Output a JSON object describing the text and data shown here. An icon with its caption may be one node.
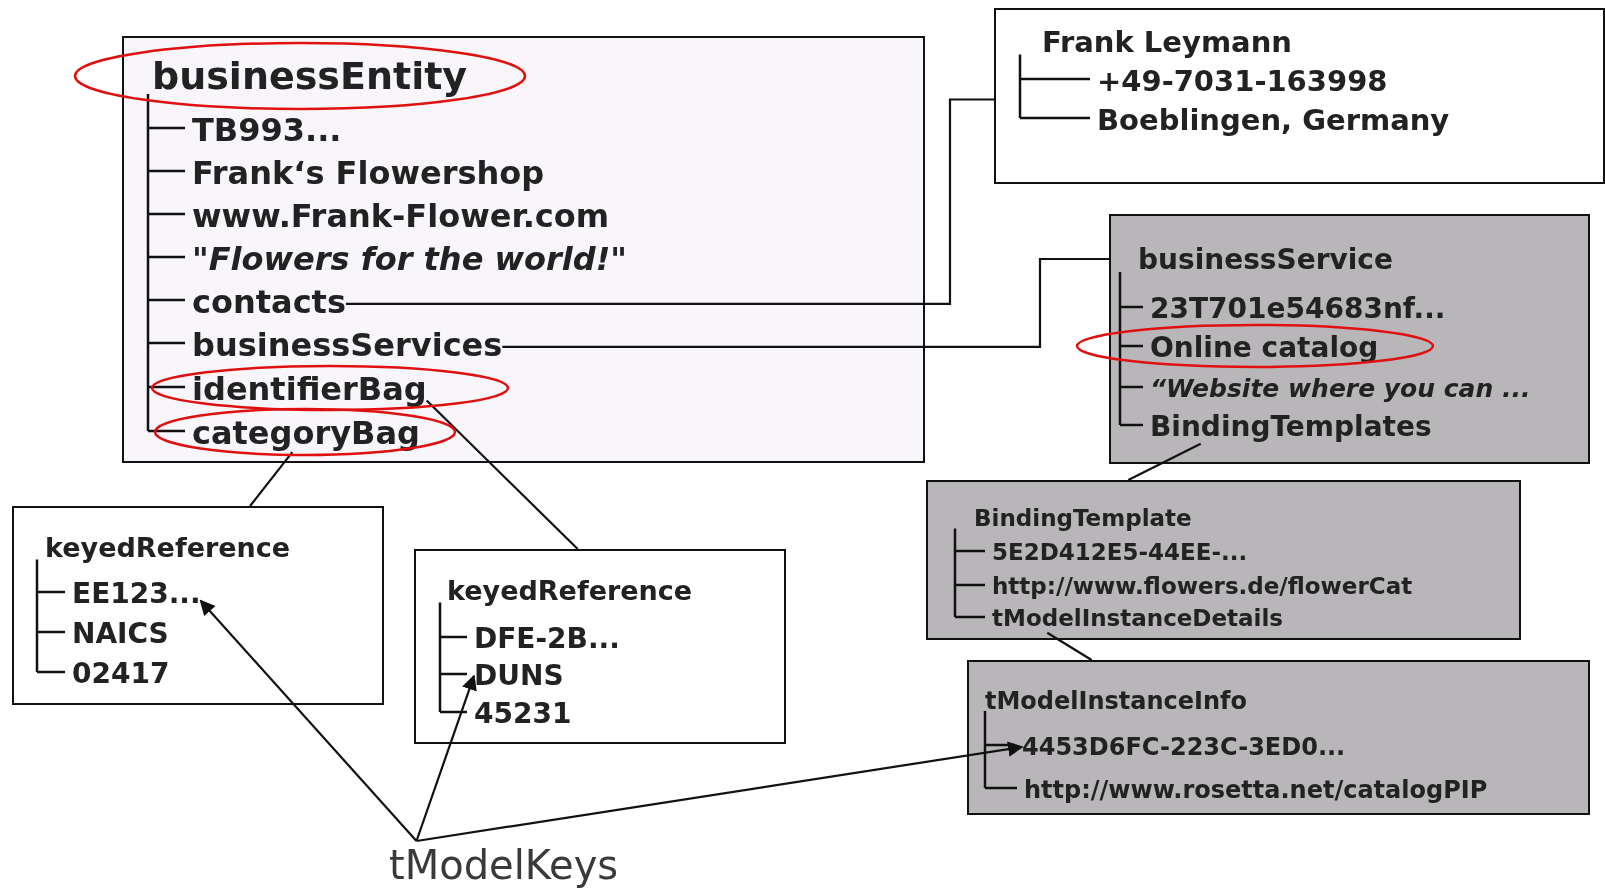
{
  "diagram": {
    "nodes": [
      {
        "text": [
          "businessEntity"
        ]
      },
      {
        "text": [
          "TB993..."
        ],
        "in": 0
      },
      {
        "text": [
          "Frank‘s Flowershop"
        ],
        "in": 0
      },
      {
        "text": [
          "www.Frank-Flower.com"
        ],
        "in": 0
      },
      {
        "text": [
          "\"Flowers for the world!\""
        ],
        "in": 0
      },
      {
        "text": [
          "contacts"
        ],
        "in": 0
      },
      {
        "text": [
          "businessServices"
        ],
        "in": 0
      },
      {
        "text": [
          "identifierBag"
        ],
        "in": 0
      },
      {
        "text": [
          "categoryBag"
        ],
        "in": 0
      },
      {
        "text": [
          "Frank Leymann",
          "+49-7031-163998",
          "Boeblingen, Germany"
        ]
      },
      {
        "text": [
          "businessService"
        ]
      },
      {
        "text": [
          "23T701e54683nf..."
        ],
        "in": 10
      },
      {
        "text": [
          "Online catalog"
        ],
        "in": 10
      },
      {
        "text": [
          "“Website where you can ..."
        ],
        "in": 10
      },
      {
        "text": [
          "BindingTemplates"
        ],
        "in": 10
      },
      {
        "text": [
          "BindingTemplate"
        ]
      },
      {
        "text": [
          "5E2D412E5-44EE-..."
        ],
        "in": 15
      },
      {
        "text": [
          "http://www.flowers.de/flowerCat"
        ],
        "in": 15
      },
      {
        "text": [
          "tModelInstanceDetails"
        ],
        "in": 15
      },
      {
        "text": [
          "tModelInstanceInfo"
        ]
      },
      {
        "text": [
          "4453D6FC-223C-3ED0..."
        ],
        "in": 19
      },
      {
        "text": [
          "http://www.rosetta.net/catalogPIP"
        ],
        "in": 19
      },
      {
        "text": [
          "keyedReference"
        ]
      },
      {
        "text": [
          "EE123..."
        ],
        "in": 22
      },
      {
        "text": [
          "NAICS"
        ],
        "in": 22
      },
      {
        "text": [
          "02417"
        ],
        "in": 22
      },
      {
        "text": [
          "keyedReference"
        ]
      },
      {
        "text": [
          "DFE-2B..."
        ],
        "in": 26
      },
      {
        "text": [
          "DUNS"
        ],
        "in": 26
      },
      {
        "text": [
          "45231"
        ],
        "in": 26
      },
      {
        "text": [
          "tModelKeys"
        ]
      }
    ],
    "edges": [
      {
        "from": 5,
        "to": 9,
        "arrow": "none"
      },
      {
        "from": 6,
        "to": 10,
        "arrow": "none"
      },
      {
        "from": 8,
        "to": 22,
        "arrow": "none"
      },
      {
        "from": 7,
        "to": 26,
        "arrow": "none"
      },
      {
        "from": 14,
        "to": 15,
        "arrow": "none"
      },
      {
        "from": 18,
        "to": 19,
        "arrow": "none"
      },
      {
        "from": 30,
        "to": 23,
        "arrow": "to"
      },
      {
        "from": 30,
        "to": 28,
        "arrow": "to"
      },
      {
        "from": 30,
        "to": 20,
        "arrow": "to"
      }
    ]
  }
}
